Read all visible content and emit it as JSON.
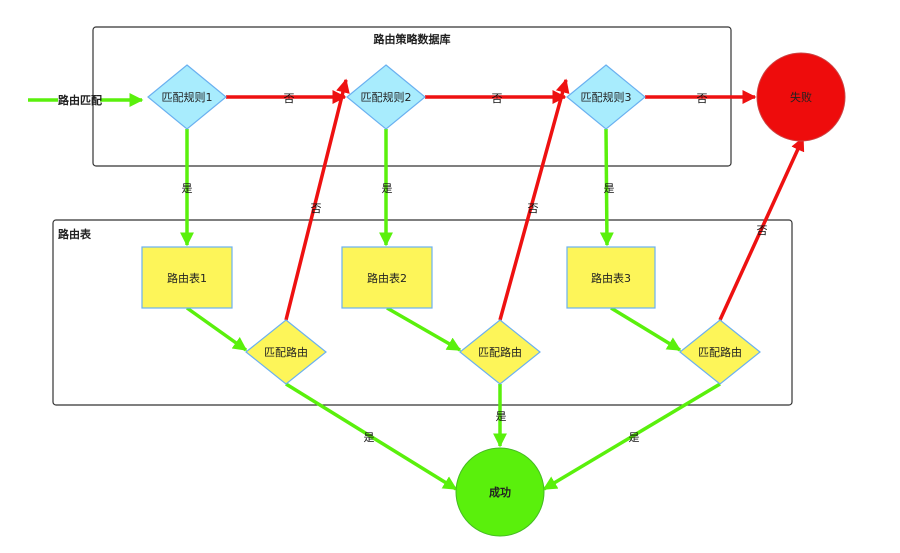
{
  "colors": {
    "green": "#5af00c",
    "red": "#ee1111",
    "cyan_fill": "#a8ecfd",
    "cyan_stroke": "#6ab0f0",
    "yellow_fill": "#fdf559",
    "yellow_stroke": "#6ab0f0",
    "fail_fill": "#ee0c0c",
    "success_fill": "#5af00c",
    "container_stroke": "#333333"
  },
  "containers": {
    "policy_db": "路由策略数据库",
    "route_table": "路由表"
  },
  "entry_label": "路由匹配",
  "rules": [
    "匹配规则1",
    "匹配规则2",
    "匹配规则3"
  ],
  "tables": [
    "路由表1",
    "路由表2",
    "路由表3"
  ],
  "match_route": "匹配路由",
  "fail": "失败",
  "success": "成功",
  "edge_labels": {
    "no": "否",
    "yes": "是"
  }
}
